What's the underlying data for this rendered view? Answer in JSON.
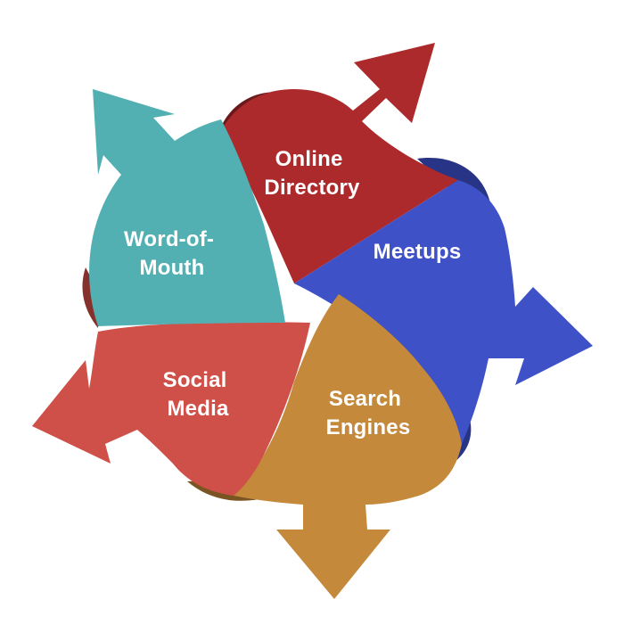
{
  "segments": [
    {
      "id": "online-directory",
      "lines": [
        "Online",
        "Directory"
      ],
      "color": "#ac2a2c",
      "shadow": "#6a1a1c"
    },
    {
      "id": "meetups",
      "lines": [
        "Meetups"
      ],
      "color": "#3f51c6",
      "shadow": "#283586"
    },
    {
      "id": "search-engines",
      "lines": [
        "Search",
        "Engines"
      ],
      "color": "#c4893a",
      "shadow": "#7a5422"
    },
    {
      "id": "social-media",
      "lines": [
        "Social",
        "Media"
      ],
      "color": "#cf5048",
      "shadow": "#87312c"
    },
    {
      "id": "word-of-mouth",
      "lines": [
        "Word-of-",
        "Mouth"
      ],
      "color": "#52b0b3",
      "shadow": "#2f6f71"
    }
  ]
}
